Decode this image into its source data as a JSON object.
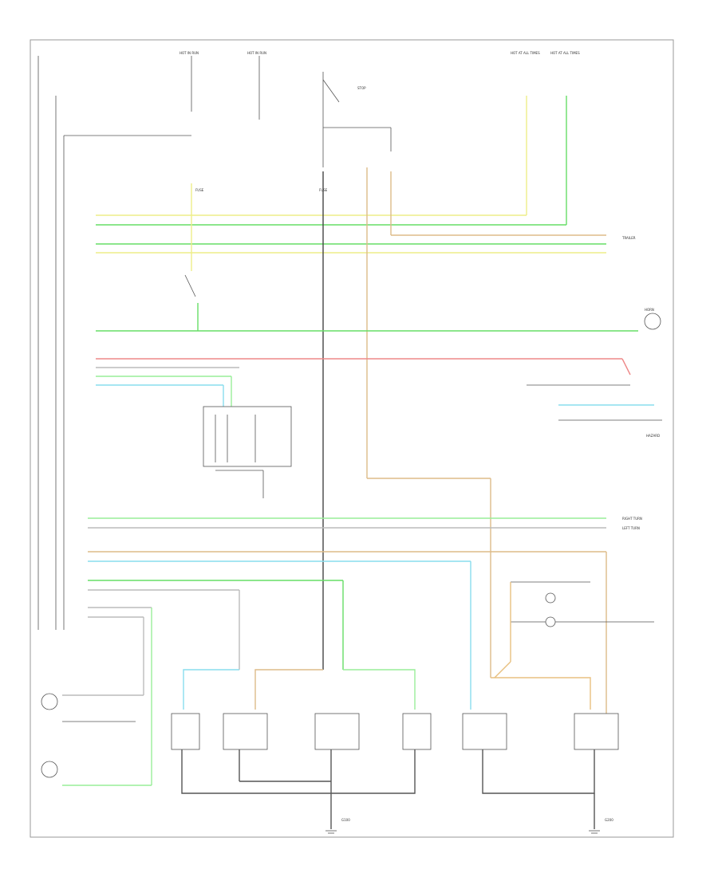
{
  "colors": {
    "ground": "#555555",
    "black": "#444444",
    "yellow": "#eeee88",
    "green": "#66dd66",
    "light_green": "#99ee99",
    "red": "#ee8888",
    "light_blue": "#88ddee",
    "tan": "#ddbb88",
    "orange": "#e8c080",
    "gray_wire": "#bbbbbb"
  },
  "labels": {
    "top": [
      "HOT IN RUN",
      "HOT IN RUN",
      "STOP",
      "HOT AT ALL TIMES",
      "HOT AT ALL TIMES",
      "FUSE",
      "FUSE"
    ],
    "right": [
      "TRAILER",
      "HORN",
      "RIGHT TURN",
      "LEFT TURN",
      "HAZARD"
    ],
    "bottom": [
      "G100",
      "G200"
    ]
  },
  "icons": {
    "ground": "ground-icon",
    "lamp": "lamp-icon",
    "switch": "switch-icon"
  }
}
